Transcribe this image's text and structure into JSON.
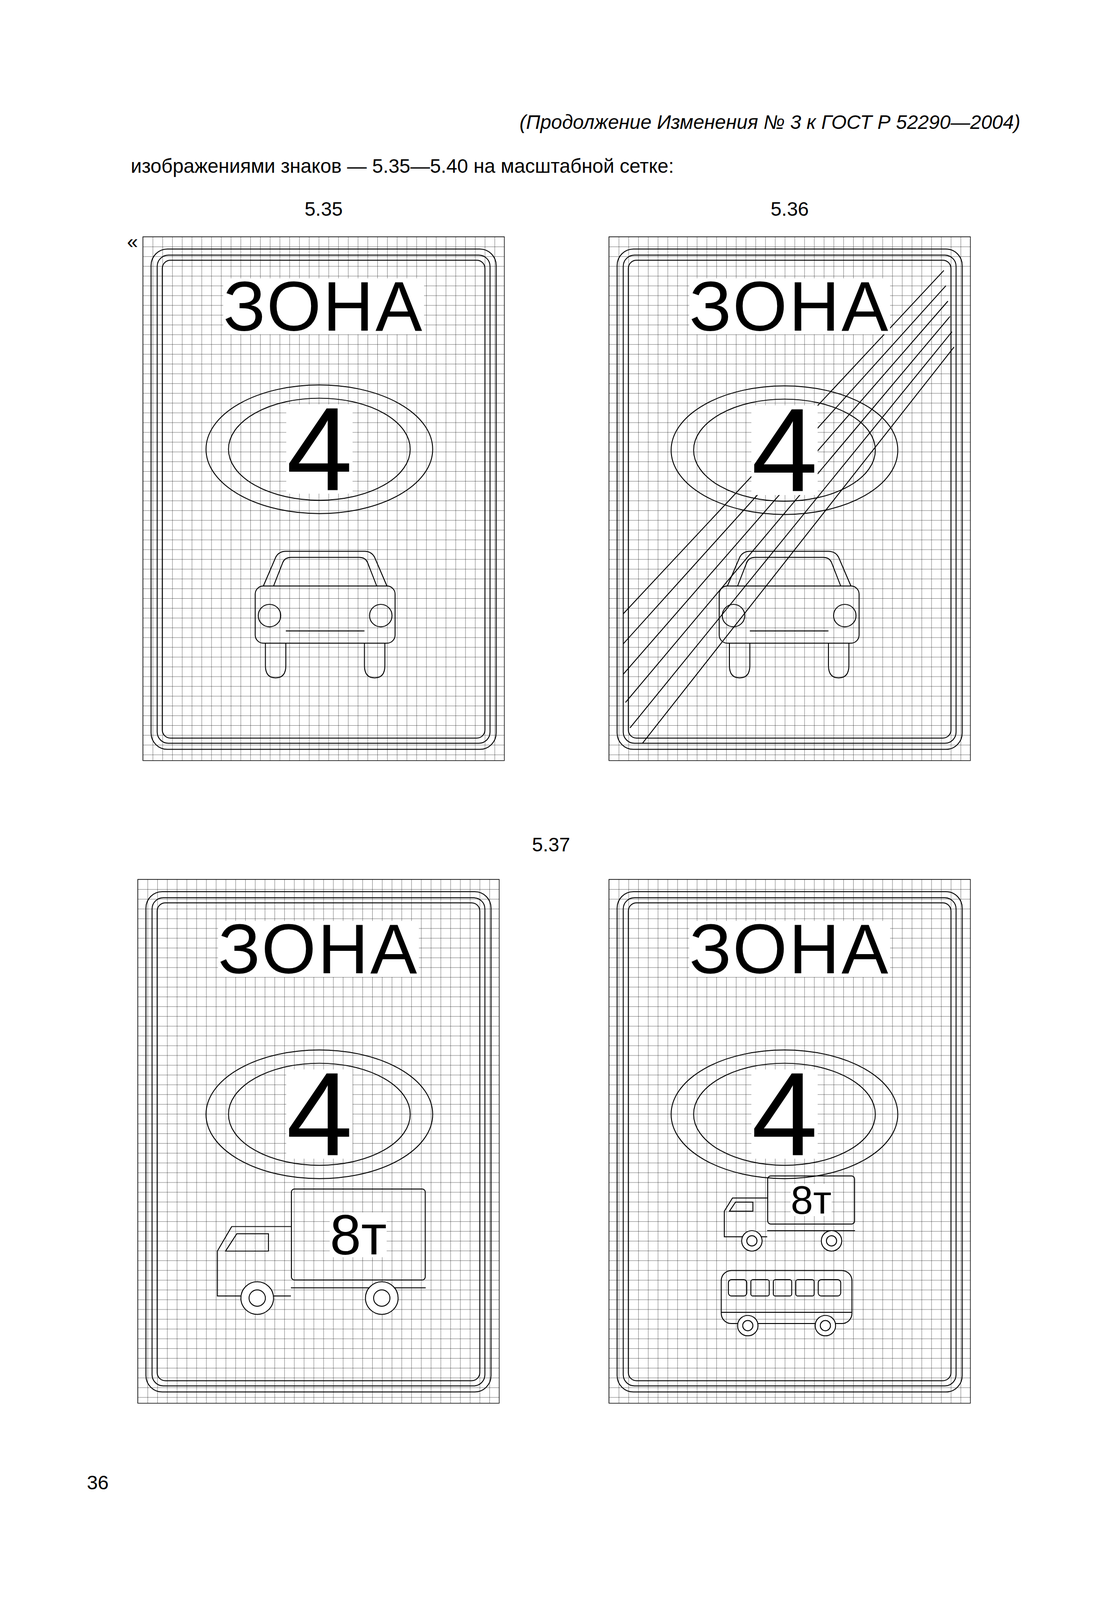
{
  "diagram": {
    "nodes": [
      {
        "text": [
          "5.35",
          "ЗОНА"
        ]
      },
      {
        "text": [
          "4"
        ],
        "in": 0
      },
      {
        "text": [
          "5.36",
          "ЗОНА"
        ]
      },
      {
        "text": [
          "4"
        ],
        "in": 2
      },
      {
        "text": [
          "ЗОНА"
        ]
      },
      {
        "text": [
          "4"
        ],
        "in": 4
      },
      {
        "text": [
          "8т"
        ],
        "in": 4
      },
      {
        "text": [
          "ЗОНА"
        ]
      },
      {
        "text": [
          "4"
        ],
        "in": 7
      },
      {
        "text": [
          "8т"
        ],
        "in": 7
      }
    ],
    "labels": [
      "(Продолжение Изменения № 3 к ГОСТ Р 52290—2004)",
      "изображениями знаков — 5.35—5.40 на масштабной сетке:",
      "«",
      "5.37",
      "36"
    ]
  }
}
